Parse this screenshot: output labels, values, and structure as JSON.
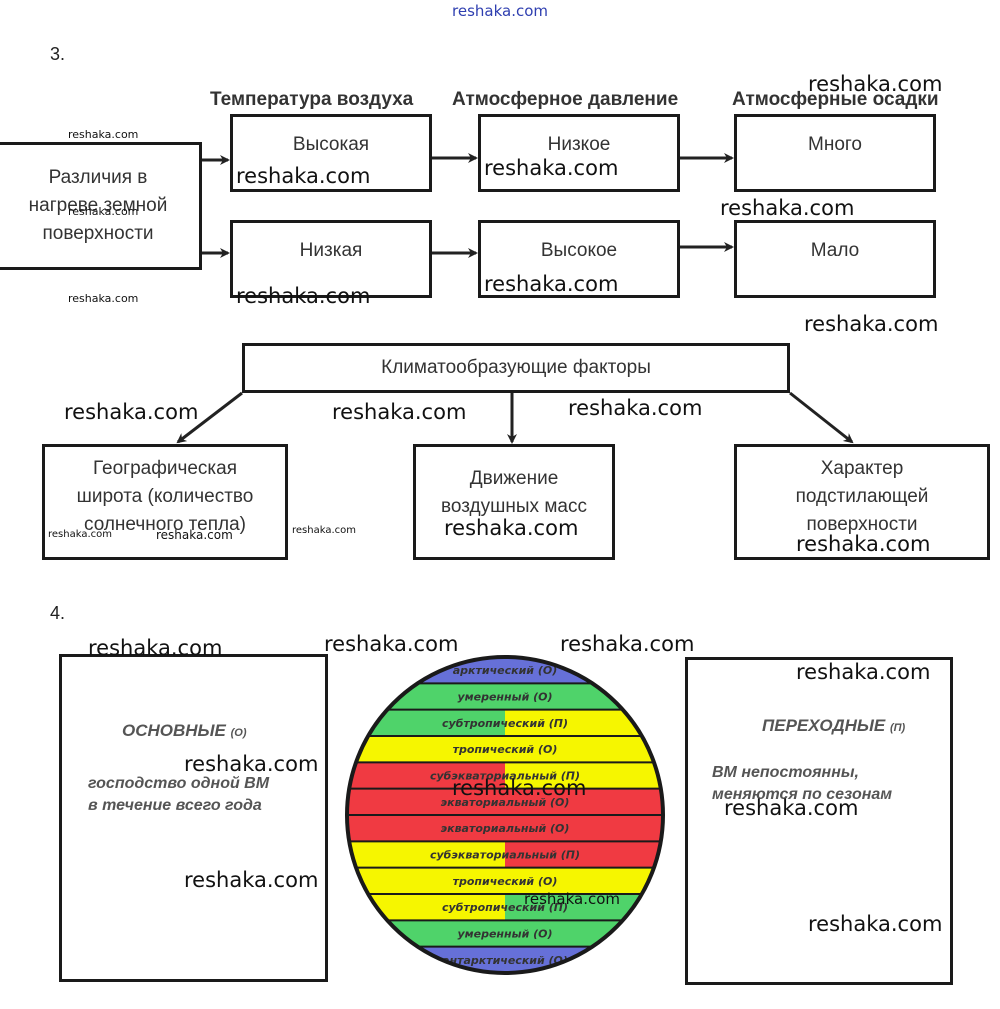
{
  "watermark": "reshaka.com",
  "task3": {
    "number": "3.",
    "headers": [
      "Температура воздуха",
      "Атмосферное давление",
      "Атмосферные осадки"
    ],
    "source": [
      "Различия в",
      "нагреве земной",
      "поверхности"
    ],
    "row1": [
      "Высокая",
      "Низкое",
      "Много"
    ],
    "row2": [
      "Низкая",
      "Высокое",
      "Мало"
    ],
    "factors_title": "Климатообразующие факторы",
    "factor1": [
      "Географическая",
      "широта (количество",
      "солнечного тепла)"
    ],
    "factor2": [
      "Движение",
      "воздушных масс"
    ],
    "factor3": [
      "Характер",
      "подстилающей",
      "поверхности"
    ]
  },
  "task4": {
    "number": "4.",
    "left": {
      "title": "ОСНОВНЫЕ",
      "code": "(О)",
      "lines": [
        "господство одной ВМ",
        "в течение всего года"
      ]
    },
    "right": {
      "title": "ПЕРЕХОДНЫЕ",
      "code": "(П)",
      "lines": [
        "ВМ непостоянны,",
        "меняются по сезонам"
      ]
    },
    "belts": [
      {
        "label": "арктический",
        "code": "(О)",
        "color": "#6670d8"
      },
      {
        "label": "умеренный",
        "code": "(О)",
        "color": "#4fd36a"
      },
      {
        "label": "субтропический",
        "code": "(П)",
        "color": "#4fd36a",
        "color2": "#f6f600"
      },
      {
        "label": "тропический",
        "code": "(О)",
        "color": "#f6f600"
      },
      {
        "label": "субэкваториальный",
        "code": "(П)",
        "color": "#f03a42",
        "color2": "#f6f600"
      },
      {
        "label": "экваториальный",
        "code": "(О)",
        "color": "#f03a42"
      },
      {
        "label": "экваториальный",
        "code": "(О)",
        "color": "#f03a42"
      },
      {
        "label": "субэкваториальный",
        "code": "(П)",
        "color": "#f6f600",
        "color2": "#f03a42"
      },
      {
        "label": "тропический",
        "code": "(О)",
        "color": "#f6f600"
      },
      {
        "label": "субтропический",
        "code": "(П)",
        "color": "#f6f600",
        "color2": "#4fd36a"
      },
      {
        "label": "умеренный",
        "code": "(О)",
        "color": "#4fd36a"
      },
      {
        "label": "антарктический",
        "code": "(О)",
        "color": "#6670d8"
      }
    ]
  }
}
